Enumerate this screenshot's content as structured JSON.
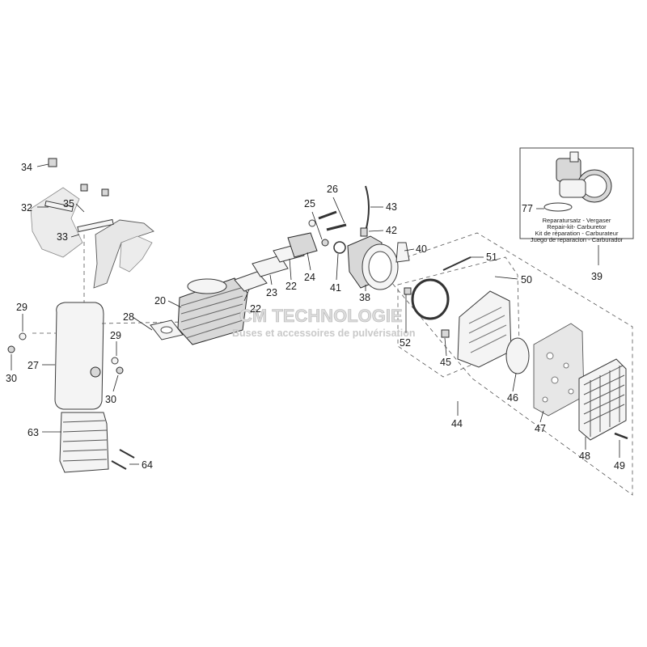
{
  "watermark": {
    "title": "CM TECHNOLOGIE",
    "subtitle": "Buses et accessoires de pulvérisation"
  },
  "repair_kit": {
    "lines": [
      "Reparatursatz - Vergaser",
      "Repair-kit- Carburetor",
      "Kit de réparation - Carburateur",
      "Juego de reparacion - Carburador"
    ],
    "inner_ref": "77",
    "ref": "39"
  },
  "callouts": {
    "c34": "34",
    "c35": "35",
    "c32": "32",
    "c33": "33",
    "c29a": "29",
    "c30a": "30",
    "c27": "27",
    "c29b": "29",
    "c30b": "30",
    "c28": "28",
    "c20": "20",
    "c22a": "22",
    "c23": "23",
    "c22b": "22",
    "c24": "24",
    "c25": "25",
    "c26": "26",
    "c43": "43",
    "c42": "42",
    "c40": "40",
    "c41": "41",
    "c38": "38",
    "c51": "51",
    "c50": "50",
    "c52": "52",
    "c45": "45",
    "c46": "46",
    "c44": "44",
    "c47": "47",
    "c48": "48",
    "c49": "49",
    "c63": "63",
    "c64": "64"
  }
}
